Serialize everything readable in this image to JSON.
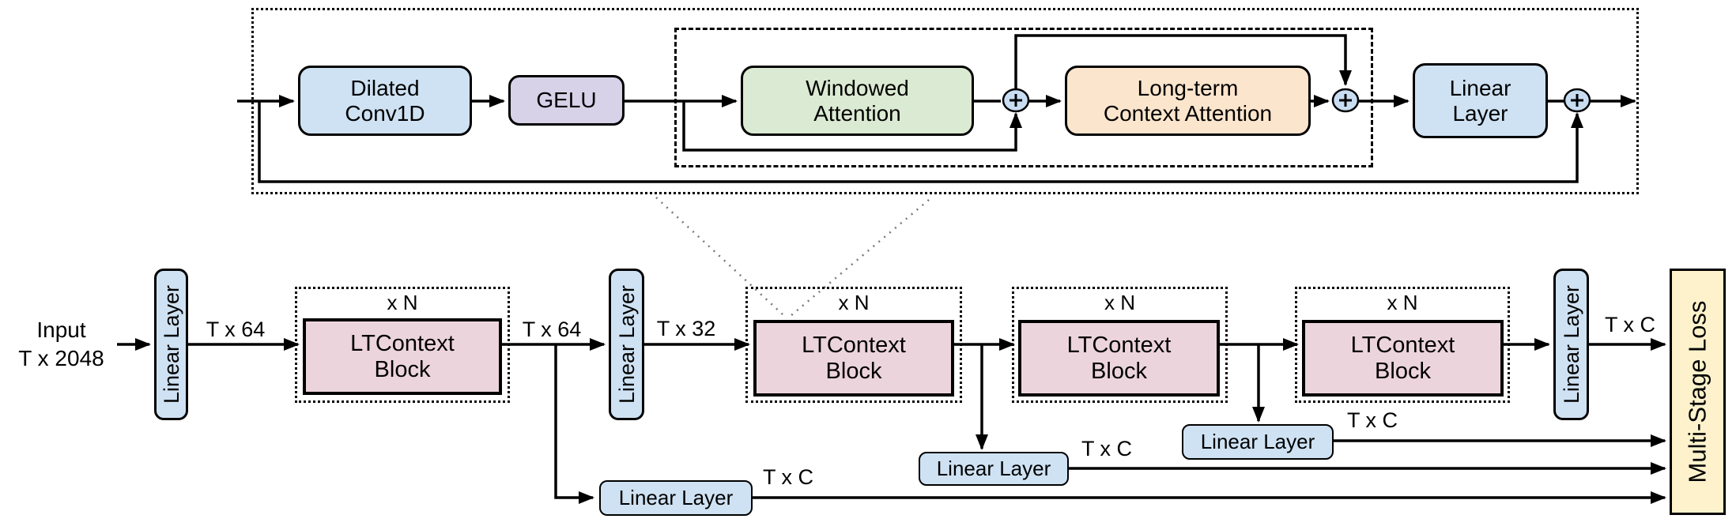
{
  "colors": {
    "box_blue": "#cfe2f3",
    "box_purple": "#d8d2e8",
    "box_green": "#dbead2",
    "box_orange": "#fce5cd",
    "box_pink": "#ecd4dd",
    "box_yellow": "#fdf2cb",
    "plus_fill": "#c9ddf2",
    "line_black": "#000000",
    "callout_gray": "#777777"
  },
  "detail_view": {
    "blocks": {
      "dilated_conv": "Dilated\nConv1D",
      "gelu": "GELU",
      "windowed_attention": "Windowed\nAttention",
      "long_term_context_attention": "Long-term\nContext Attention",
      "linear_layer": "Linear\nLayer"
    }
  },
  "pipeline": {
    "input_title": "Input",
    "input_shape": "T x 2048",
    "linear_layer_label": "Linear Layer",
    "repeat_label": "x N",
    "block_label": "LTContext\nBlock",
    "dims": {
      "t64": "T x 64",
      "t32": "T x 32",
      "txc": "T x C"
    },
    "loss_label": "Multi-Stage Loss"
  }
}
